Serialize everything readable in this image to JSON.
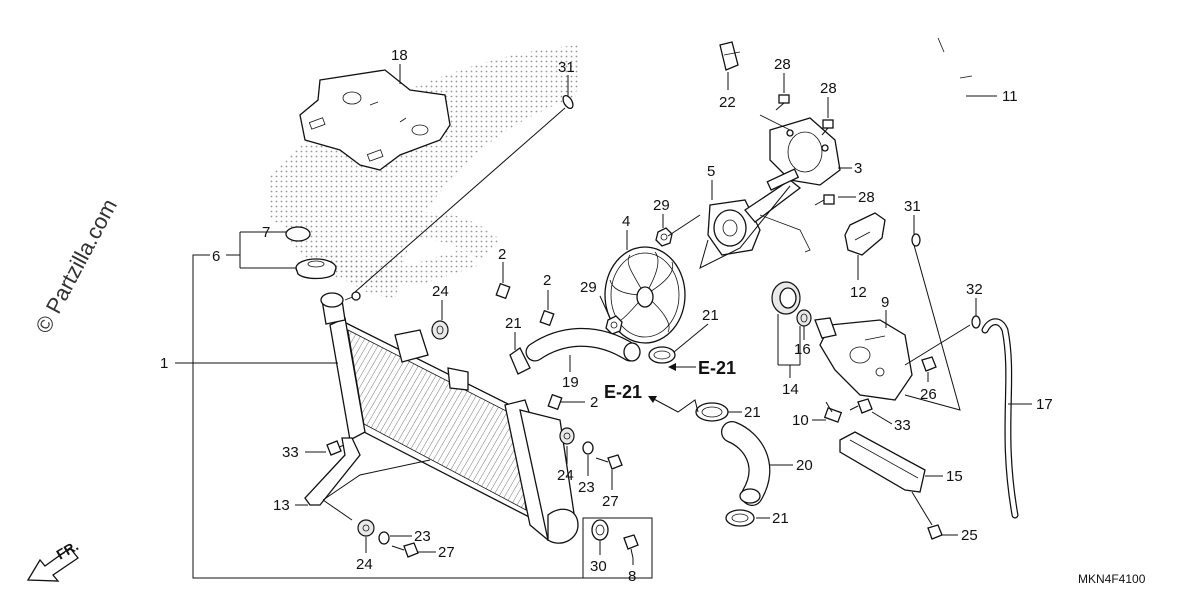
{
  "watermark": "© Partzilla.com",
  "diagram_code": "MKN4F4100",
  "front_label": "FR.",
  "ref_label": "E-21",
  "callouts": {
    "c1": "1",
    "c2a": "2",
    "c2b": "2",
    "c2c": "2",
    "c3": "3",
    "c4": "4",
    "c5": "5",
    "c6": "6",
    "c7": "7",
    "c8": "8",
    "c9": "9",
    "c10": "10",
    "c11": "11",
    "c12": "12",
    "c13": "13",
    "c14": "14",
    "c15": "15",
    "c16": "16",
    "c17": "17",
    "c18": "18",
    "c19": "19",
    "c20": "20",
    "c21a": "21",
    "c21b": "21",
    "c21c": "21",
    "c21d": "21",
    "c22": "22",
    "c23a": "23",
    "c23b": "23",
    "c24a": "24",
    "c24b": "24",
    "c24c": "24",
    "c25": "25",
    "c26": "26",
    "c27a": "27",
    "c27b": "27",
    "c28a": "28",
    "c28b": "28",
    "c28c": "28",
    "c29a": "29",
    "c29b": "29",
    "c30": "30",
    "c31a": "31",
    "c31b": "31",
    "c32": "32",
    "c33a": "33",
    "c33b": "33"
  }
}
